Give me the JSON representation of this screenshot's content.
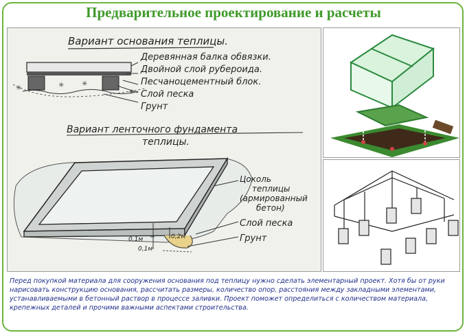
{
  "title": "Предварительное проектирование и расчеты",
  "sketch": {
    "heading1": "Вариант основания теплицы.",
    "labels1": [
      "Деревянная балка обвязки.",
      "Двойной слой рубероида.",
      "Песчаноцементный блок.",
      "Слой песка",
      "Грунт"
    ],
    "heading2_line1": "Вариант ленточного фундамента",
    "heading2_line2": "теплицы.",
    "labels2": {
      "plinth_line1": "Цоколь",
      "plinth_line2": "теплицы",
      "plinth_line3": "(армированный",
      "plinth_line4": "бетон)",
      "sand": "Слой песка",
      "ground": "Грунт"
    },
    "dims": {
      "d1": "0,1м",
      "d2": "0,2м",
      "d3": "0,1м"
    }
  },
  "caption": "Перед покупкой материала для сооружения основания под теплицу нужно сделать элементарный проект. Хотя бы от руки нарисовать конструкцию основания, рассчитать размеры, количество опор, расстояния между закладными элементами, устанавливаемыми в бетонный раствор в процессе заливки. Проект поможет определиться с количеством материала, крепежных деталей и прочими важными аспектами строительства.",
  "colors": {
    "title": "#3f9a2a",
    "frame": "#6db33f",
    "caption": "#1f2f8a"
  }
}
